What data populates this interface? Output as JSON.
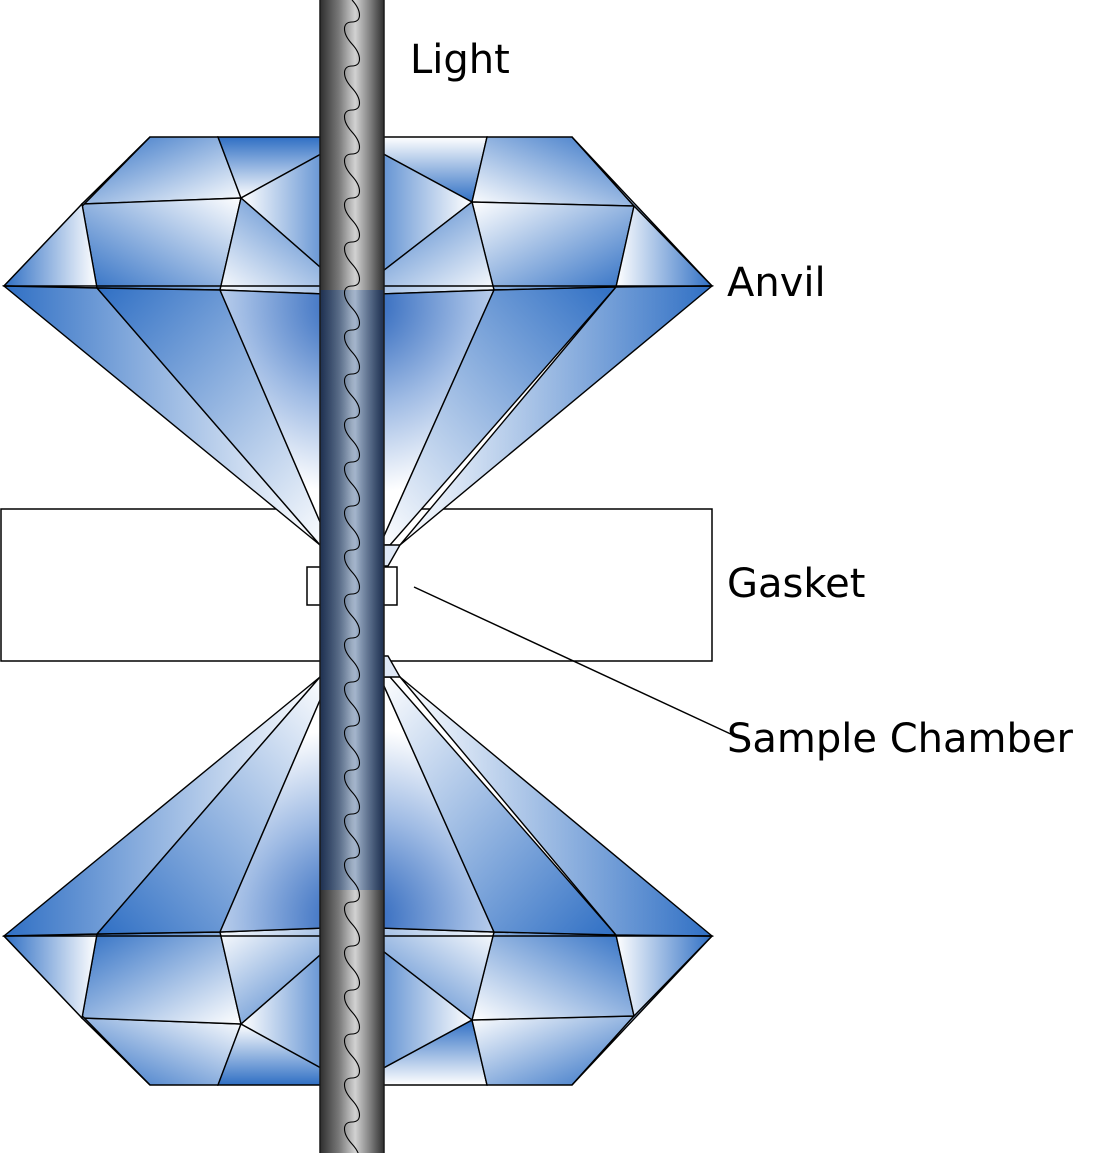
{
  "labels": {
    "light": "Light",
    "anvil": "Anvil",
    "gasket": "Gasket",
    "sample_chamber": "Sample Chamber"
  },
  "colors": {
    "diamond_blue": "#2f6fc4",
    "beam_dark": "#3a3a3a",
    "beam_light": "#c8c8c8",
    "outline": "#000000",
    "background": "#ffffff"
  }
}
